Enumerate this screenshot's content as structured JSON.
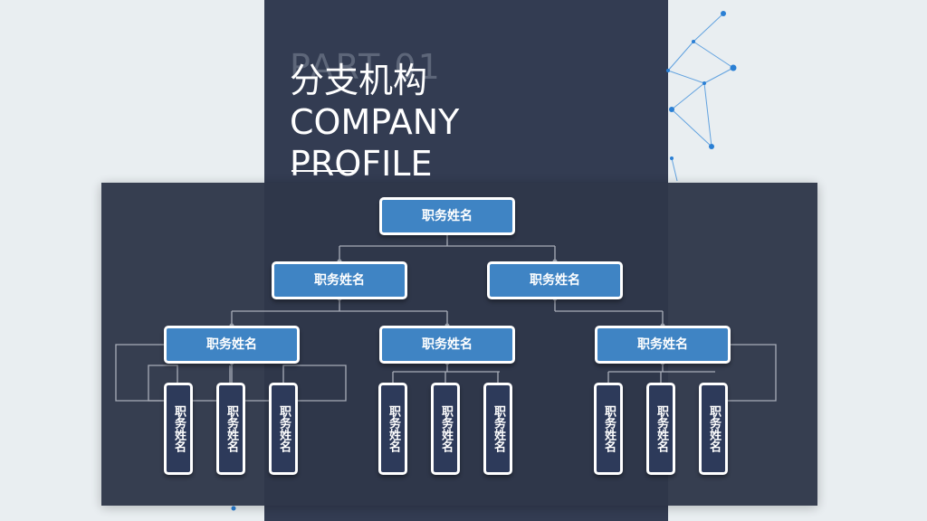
{
  "header": {
    "ghost_text": "PART 01",
    "title_cn": "分支机构",
    "title_en_1": "COMPANY",
    "title_en_2": "PROFILE"
  },
  "org_chart": {
    "root": "职务姓名",
    "level2": [
      "职务姓名",
      "职务姓名"
    ],
    "level3": [
      "职务姓名",
      "职务姓名",
      "职务姓名"
    ],
    "leaves": [
      "职务姓名",
      "职务姓名",
      "职务姓名",
      "职务姓名",
      "职务姓名",
      "职务姓名",
      "职务姓名",
      "职务姓名",
      "职务姓名"
    ]
  },
  "colors": {
    "background": "#e9eef1",
    "dark_band": "#333c52",
    "panel": "#2f374a",
    "node_blue": "#3f84c4",
    "leaf_dark": "#2d3a5a",
    "network_accent": "#2a7fd4"
  },
  "decoration": {
    "network": "connected-dots-icon"
  }
}
